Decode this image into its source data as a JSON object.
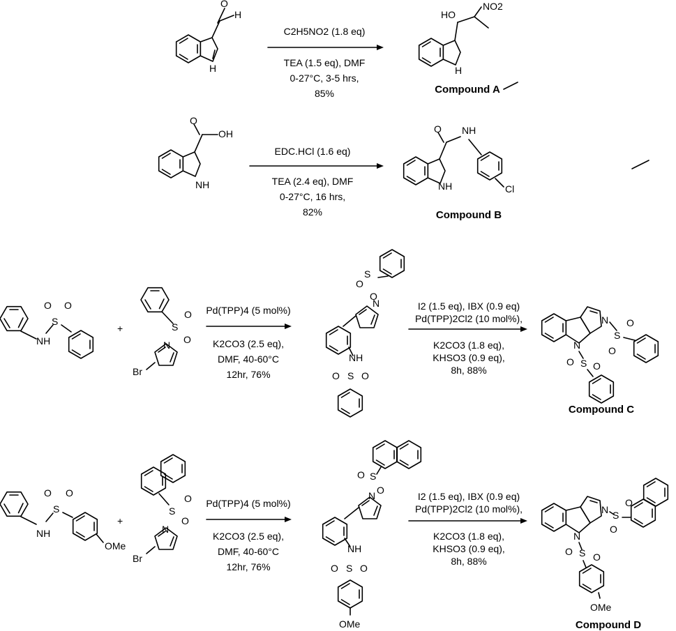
{
  "reactions": [
    {
      "conditions_above": [
        "C2H5NO2 (1.8 eq)"
      ],
      "conditions_below": [
        "TEA (1.5 eq), DMF",
        "0-27°C, 3-5 hrs,",
        "85%"
      ],
      "product": "Compound A"
    },
    {
      "conditions_above": [
        "EDC.HCl (1.6 eq)"
      ],
      "conditions_below": [
        "TEA (2.4 eq), DMF",
        "0-27°C, 16 hrs,",
        "82%"
      ],
      "product": "Compound B"
    },
    {
      "conditions_above": [
        "Pd(TPP)4 (5 mol%)"
      ],
      "conditions_below": [
        "K2CO3 (2.5 eq),",
        "DMF, 40-60°C",
        "12hr, 76%"
      ],
      "conditions2_above": [
        "I2  (1.5 eq), IBX (0.9 eq)",
        "Pd(TPP)2Cl2 (10 mol%),"
      ],
      "conditions2_below": [
        "K2CO3 (1.8 eq),",
        "KHSO3 (0.9 eq),",
        "8h, 88%"
      ],
      "product": "Compound C"
    },
    {
      "conditions_above": [
        "Pd(TPP)4 (5 mol%)"
      ],
      "conditions_below": [
        "K2CO3 (2.5 eq),",
        "DMF, 40-60°C",
        "12hr, 76%"
      ],
      "conditions2_above": [
        "I2  (1.5 eq), IBX (0.9 eq)",
        "Pd(TPP)2Cl2 (10 mol%),"
      ],
      "conditions2_below": [
        "K2CO3 (1.8 eq),",
        "KHSO3 (0.9 eq),",
        "8h, 88%"
      ],
      "product": "Compound D"
    }
  ],
  "atoms": {
    "H": "H",
    "NH": "NH",
    "N": "N",
    "O": "O",
    "OH": "OH",
    "HO": "HO",
    "NO2": "NO2",
    "S": "S",
    "Br": "Br",
    "Cl": "Cl",
    "OMe": "OMe",
    "plus": "+"
  }
}
